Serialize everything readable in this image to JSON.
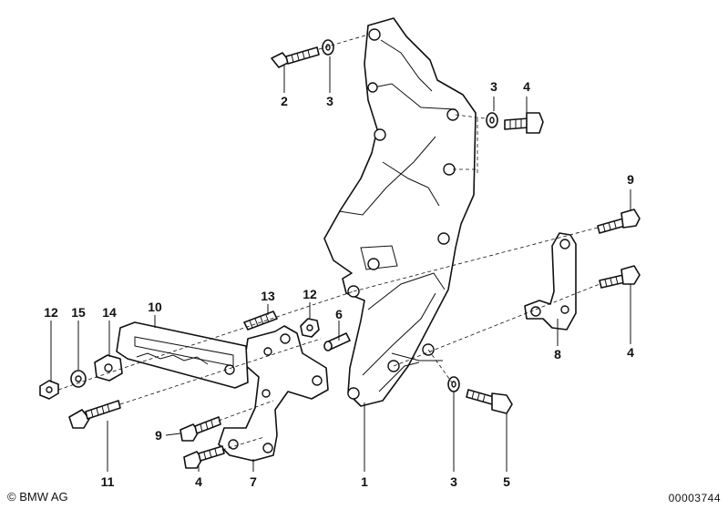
{
  "labels": {
    "l1": "1",
    "l2": "2",
    "l3a": "3",
    "l3b": "3",
    "l3c": "3",
    "l4a": "4",
    "l4b": "4",
    "l4c": "4",
    "l5": "5",
    "l6": "6",
    "l7": "7",
    "l8": "8",
    "l9a": "9",
    "l9b": "9",
    "l10": "10",
    "l11": "11",
    "l12a": "12",
    "l12b": "12",
    "l13": "13",
    "l14": "14",
    "l15": "15"
  },
  "footer": {
    "copyright": "© BMW AG",
    "doc_number": "00003744"
  }
}
